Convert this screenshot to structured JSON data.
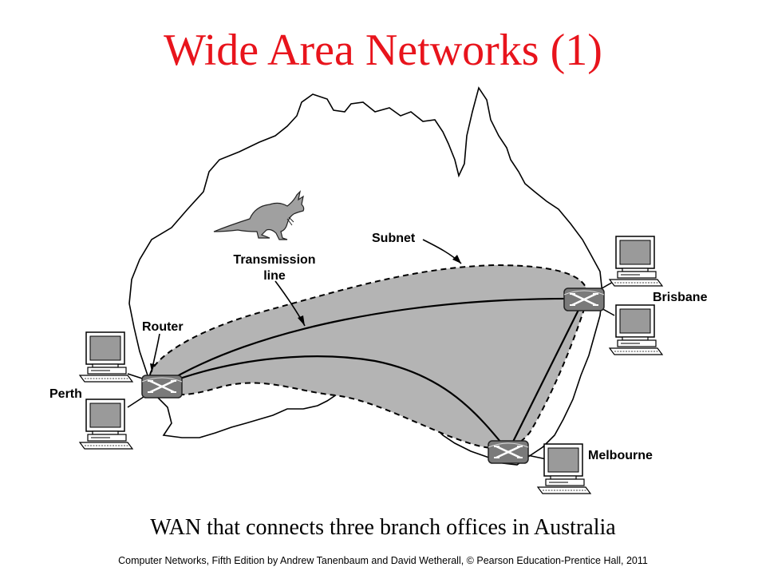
{
  "slide": {
    "title": "Wide Area Networks (1)",
    "caption": "WAN that connects three branch offices in Australia",
    "footer": "Computer Networks, Fifth Edition by Andrew Tanenbaum and David Wetherall, © Pearson Education-Prentice Hall, 2011"
  },
  "diagram": {
    "labels": {
      "subnet": "Subnet",
      "transmission_line_1": "Transmission",
      "transmission_line_2": "line",
      "router": "Router",
      "perth": "Perth",
      "brisbane": "Brisbane",
      "melbourne": "Melbourne"
    }
  },
  "colors": {
    "title": "#e8141c",
    "subnet_fill": "#b4b4b4",
    "router_fill": "#7a7a7a"
  },
  "icons": [
    "kangaroo-icon",
    "router-icon",
    "computer-icon"
  ]
}
